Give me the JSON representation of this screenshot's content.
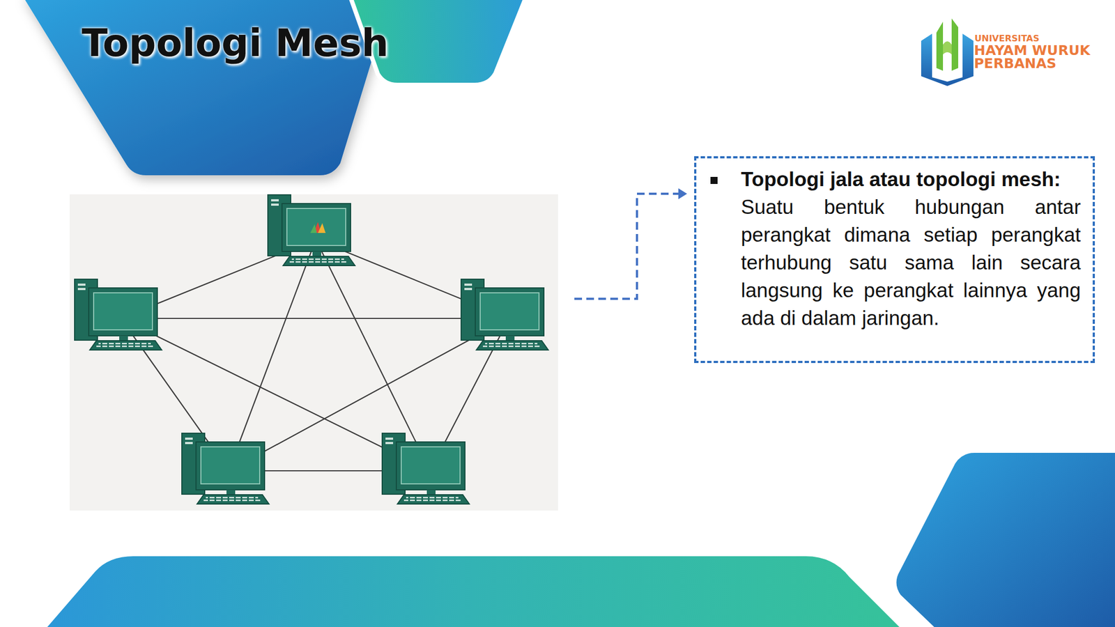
{
  "diagram": {
    "title": "Topologi Mesh",
    "nodes": [
      {
        "text": [
          "Topologi jala atau topologi mesh:",
          "Suatu bentuk hubungan antar perangkat dimana setiap perangkat terhubung satu sama lain secara langsung ke perangkat lainnya yang ada di dalam jaringan."
        ]
      }
    ],
    "labels": [
      "UNIVERSITAS",
      "HAYAM WURUK",
      "PERBANAS"
    ]
  }
}
